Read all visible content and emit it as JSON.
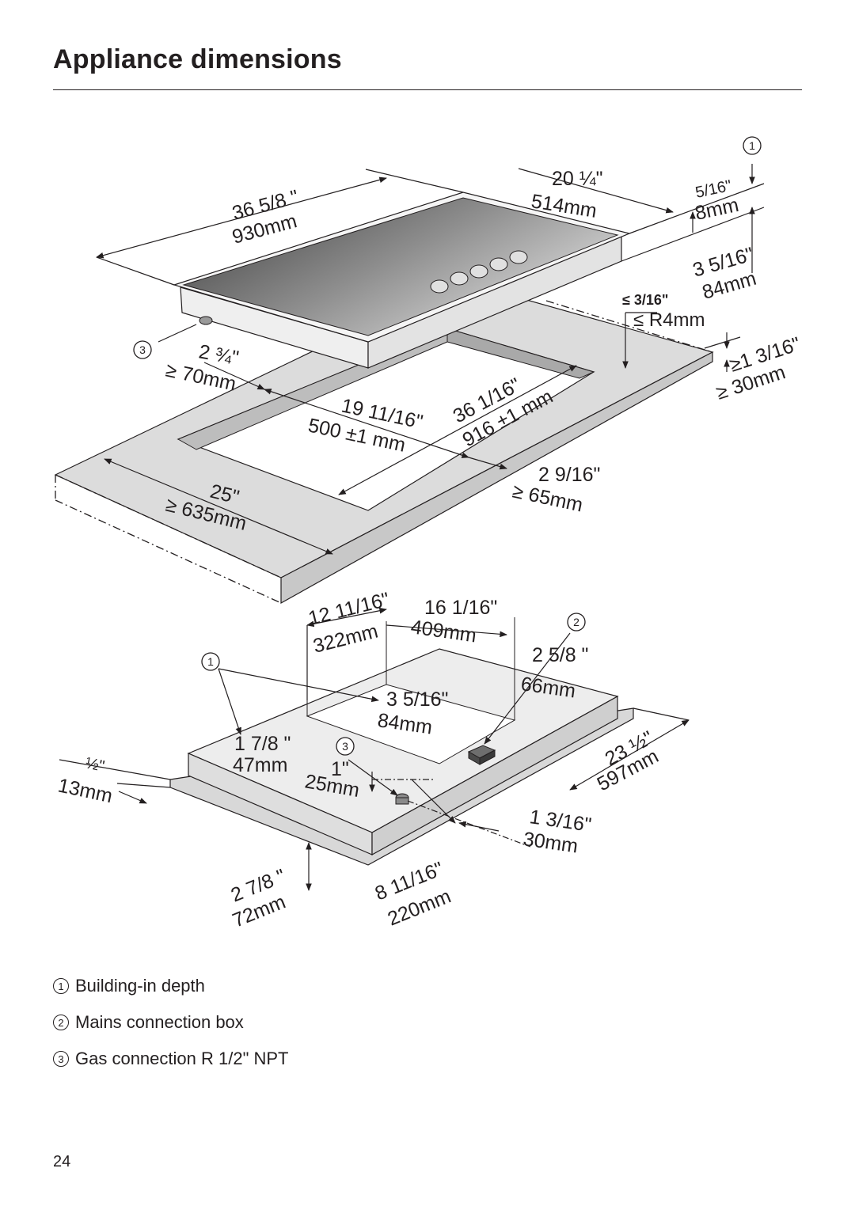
{
  "title": "Appliance dimensions",
  "page_number": "24",
  "top_view": {
    "width_in": "36 5/8 \"",
    "width_mm": "930mm",
    "depth_in": "20 ¼\"",
    "depth_mm": "514mm",
    "glass_in": "5/16\"",
    "glass_mm": "8mm",
    "height_in": "3 5/16\"",
    "height_mm": "84mm",
    "radius_in": "≤ 3/16\"",
    "radius_mm": "≤ R4mm",
    "worktop_in": "≥1 3/16\"",
    "worktop_mm": "≥ 30mm",
    "rear_in": "2 ¾\"",
    "rear_mm": "≥ 70mm",
    "cutout_depth_in": "19 11/16\"",
    "cutout_depth_mm": "500 ±1 mm",
    "cutout_width_in": "36 1/16\"",
    "cutout_width_mm": "916 ±1 mm",
    "front_in": "2 9/16\"",
    "front_mm": "≥ 65mm",
    "worktop_depth_in": "25\"",
    "worktop_depth_mm": "≥ 635mm"
  },
  "bottom_view": {
    "a_in": "12 11/16\"",
    "a_mm": "322mm",
    "b_in": "16 1/16\"",
    "b_mm": "409mm",
    "c_in": "2 5/8 \"",
    "c_mm": "66mm",
    "d_in": "3 5/16\"",
    "d_mm": "84mm",
    "e_in": "1 7/8 \"",
    "e_mm": "47mm",
    "f_in": "1\"",
    "f_mm": "25mm",
    "g_in": "½\"",
    "g_mm": "13mm",
    "h_in": "23 ½\"",
    "h_mm": "597mm",
    "i_in": "1 3/16\"",
    "i_mm": "30mm",
    "j_in": "2 7/8 \"",
    "j_mm": "72mm",
    "k_in": "8 11/16\"",
    "k_mm": "220mm"
  },
  "markers": [
    "1",
    "2",
    "3"
  ],
  "legend": [
    {
      "num": "1",
      "label": "Building-in depth"
    },
    {
      "num": "2",
      "label": "Mains connection box"
    },
    {
      "num": "3",
      "label": "Gas connection R 1/2\" NPT"
    }
  ]
}
